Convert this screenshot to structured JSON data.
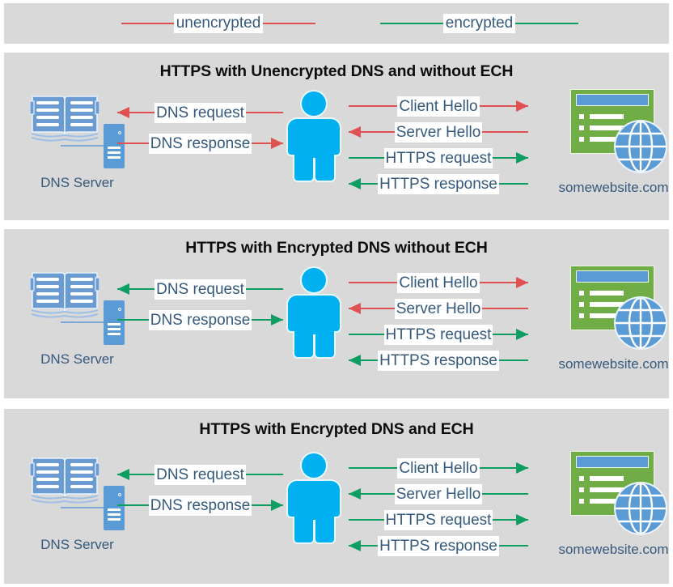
{
  "legend": {
    "items": [
      {
        "label": "unencrypted",
        "color": "#e05252",
        "icon": "line-swatch"
      },
      {
        "label": "encrypted",
        "color": "#0f9e62",
        "icon": "line-swatch"
      }
    ]
  },
  "colors": {
    "unencrypted": "#e05252",
    "encrypted": "#0f9e62",
    "panel_background": "#d9d9d9",
    "page_background": "#ffffff",
    "text": "#35597c",
    "title": "#0d0d0d",
    "person": "#00b0f0",
    "dns_icon": "#5b9bd5",
    "browser_body": "#70ad47",
    "browser_bar": "#5b9bd5",
    "globe": "#5b9bd5"
  },
  "nodes": {
    "dns_server_label": "DNS Server",
    "website_label": "somewebsite.com"
  },
  "panels": [
    {
      "id": "panel-1",
      "title": "HTTPS with Unencrypted DNS and without ECH",
      "dns_arrows": [
        {
          "label": "DNS request",
          "direction": "left",
          "encryption": "unencrypted"
        },
        {
          "label": "DNS response",
          "direction": "right",
          "encryption": "unencrypted"
        }
      ],
      "web_arrows": [
        {
          "label": "Client Hello",
          "direction": "right",
          "encryption": "unencrypted"
        },
        {
          "label": "Server Hello",
          "direction": "left",
          "encryption": "unencrypted"
        },
        {
          "label": "HTTPS request",
          "direction": "right",
          "encryption": "encrypted"
        },
        {
          "label": "HTTPS response",
          "direction": "left",
          "encryption": "encrypted"
        }
      ]
    },
    {
      "id": "panel-2",
      "title": "HTTPS with Encrypted DNS without ECH",
      "dns_arrows": [
        {
          "label": "DNS request",
          "direction": "left",
          "encryption": "encrypted"
        },
        {
          "label": "DNS response",
          "direction": "right",
          "encryption": "encrypted"
        }
      ],
      "web_arrows": [
        {
          "label": "Client Hello",
          "direction": "right",
          "encryption": "unencrypted"
        },
        {
          "label": "Server Hello",
          "direction": "left",
          "encryption": "unencrypted"
        },
        {
          "label": "HTTPS request",
          "direction": "right",
          "encryption": "encrypted"
        },
        {
          "label": "HTTPS response",
          "direction": "left",
          "encryption": "encrypted"
        }
      ]
    },
    {
      "id": "panel-3",
      "title": "HTTPS with Encrypted DNS and ECH",
      "dns_arrows": [
        {
          "label": "DNS request",
          "direction": "left",
          "encryption": "encrypted"
        },
        {
          "label": "DNS response",
          "direction": "right",
          "encryption": "encrypted"
        }
      ],
      "web_arrows": [
        {
          "label": "Client Hello",
          "direction": "right",
          "encryption": "encrypted"
        },
        {
          "label": "Server Hello",
          "direction": "left",
          "encryption": "encrypted"
        },
        {
          "label": "HTTPS request",
          "direction": "right",
          "encryption": "encrypted"
        },
        {
          "label": "HTTPS response",
          "direction": "left",
          "encryption": "encrypted"
        }
      ]
    }
  ]
}
